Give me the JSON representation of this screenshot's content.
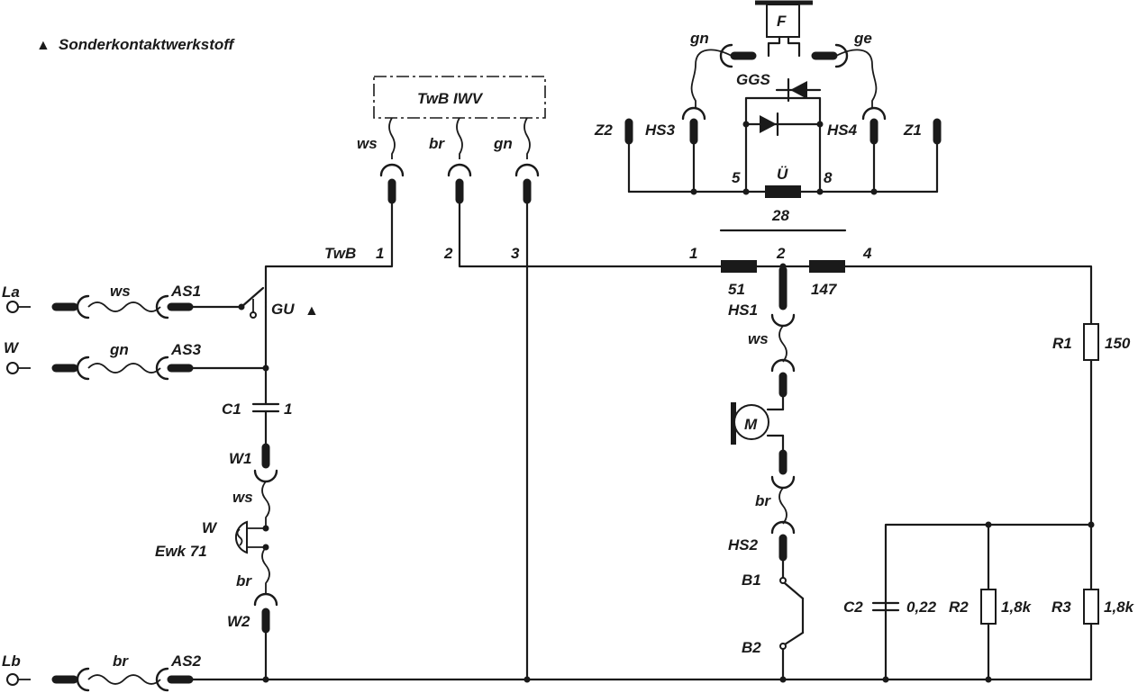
{
  "legend": {
    "marker": "▲",
    "text": "Sonderkontaktwerkstoff"
  },
  "external_box": {
    "label": "TwB  IWV",
    "wires": [
      "ws",
      "br",
      "gn"
    ]
  },
  "terminals": [
    {
      "name": "La",
      "wire_color": "ws",
      "plug": "AS1"
    },
    {
      "name": "W",
      "wire_color": "gn",
      "plug": "AS3"
    },
    {
      "name": "Lb",
      "wire_color": "br",
      "plug": "AS2"
    }
  ],
  "switch_gu": {
    "label": "GU",
    "marker": "▲"
  },
  "capacitor_c1": {
    "label": "C1",
    "value": "1"
  },
  "bell": {
    "upper_plug": "W1",
    "upper_wire": "ws",
    "label_top": "W",
    "label_bottom": "Ewk 71",
    "lower_wire": "br",
    "lower_plug": "W2"
  },
  "twb_pins": {
    "prefix": "TwB",
    "pins": [
      "1",
      "2",
      "3"
    ]
  },
  "transformer": {
    "taps": [
      "1",
      "2",
      "4"
    ],
    "winding_left": "51",
    "winding_right": "147"
  },
  "secondary": {
    "left_pin": "5",
    "right_pin": "8",
    "label": "Ü",
    "value": "28",
    "rectifier": "GGS",
    "contacts": [
      "Z2",
      "HS3",
      "HS4",
      "Z1"
    ],
    "wire_left": "gn",
    "wire_right": "ge",
    "component": "F"
  },
  "motor_branch": {
    "plug_top": "HS1",
    "wire_top": "ws",
    "motor": "M",
    "wire_bottom": "br",
    "plug_bottom": "HS2",
    "contact_top": "B1",
    "contact_bottom": "B2"
  },
  "resistor_r1": {
    "label": "R1",
    "value": "150"
  },
  "capacitor_c2": {
    "label": "C2",
    "value": "0,22"
  },
  "resistor_r2": {
    "label": "R2",
    "value": "1,8k"
  },
  "resistor_r3": {
    "label": "R3",
    "value": "1,8k"
  }
}
